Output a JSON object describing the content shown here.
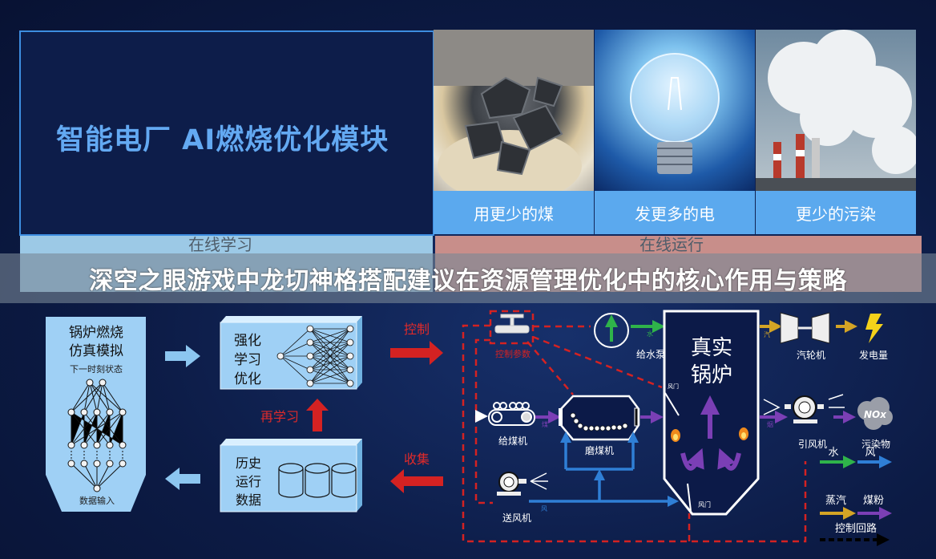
{
  "slide_title": "智能电厂 AI燃烧优化模块",
  "photos": [
    {
      "caption": "用更少的煤",
      "icon": "coal-in-glove"
    },
    {
      "caption": "发更多的电",
      "icon": "light-bulb"
    },
    {
      "caption": "更少的污染",
      "icon": "smoke-stacks"
    }
  ],
  "hidden_labels": {
    "left": "在线学习",
    "right": "在线运行"
  },
  "article_title": "深空之眼游戏中龙切神格搭配建议在资源管理优化中的核心作用与策略",
  "diagram": {
    "sim_panel": {
      "line1": "锅炉燃烧",
      "line2": "仿真模拟",
      "output": "下一时刻状态",
      "input": "数据输入"
    },
    "rl_box": {
      "l1": "强化",
      "l2": "学习",
      "l3": "优化"
    },
    "history_box": {
      "l1": "历史",
      "l2": "运行",
      "l3": "数据"
    },
    "control": "控制",
    "relearn": "再学习",
    "collect": "收集",
    "control_params": "控制参数",
    "pump": "给水泵",
    "water_small": "水",
    "boiler_l1": "真实",
    "boiler_l2": "锅炉",
    "turbine": "汽轮机",
    "steam_small": "汽",
    "power": "发电量",
    "feeder": "给煤机",
    "coal_small": "煤",
    "mill": "磨煤机",
    "fd_fan": "送风机",
    "air_small": "风",
    "damper": "风门",
    "damper_top": "风门",
    "id_fan": "引风机",
    "flue_small": "烟",
    "nox": "NOx",
    "pollutant": "污染物",
    "legend": {
      "water": "水",
      "air": "风",
      "steam": "蒸汽",
      "coal_powder": "煤粉",
      "control_loop": "控制回路"
    }
  },
  "colors": {
    "water": "#2fb34a",
    "air": "#2f7fd6",
    "steam": "#d4a425",
    "coal": "#7b3fb5",
    "control": "#d42222",
    "panel": "#9fd0f5"
  }
}
